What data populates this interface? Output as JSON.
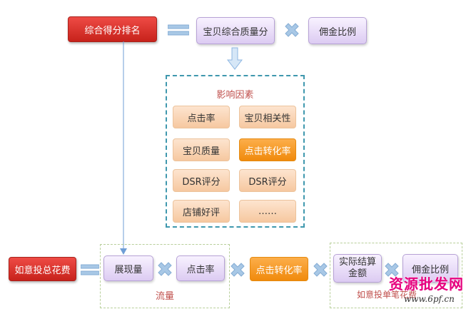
{
  "top": {
    "composite_rank": "综合得分排名",
    "quality_score": "宝贝综合质量分",
    "commission_rate": "佣金比例"
  },
  "factors": {
    "title": "影响因素",
    "items": [
      {
        "label": "点击率",
        "highlight": false
      },
      {
        "label": "宝贝相关性",
        "highlight": false
      },
      {
        "label": "宝贝质量",
        "highlight": false
      },
      {
        "label": "点击转化率",
        "highlight": true
      },
      {
        "label": "DSR评分",
        "highlight": false
      },
      {
        "label": "DSR评分",
        "highlight": false
      },
      {
        "label": "店铺好评",
        "highlight": false
      },
      {
        "label": "……",
        "highlight": false
      }
    ]
  },
  "bottom": {
    "total_cost": "如意投总花费",
    "impressions": "展现量",
    "ctr": "点击率",
    "traffic_label": "流量",
    "conversion": "点击转化率",
    "settlement": "实际结算金额",
    "commission": "佣金比例",
    "unit_cost_label": "如意投单笔花费"
  },
  "watermark": {
    "text": "资源批发网",
    "url": "www.6pf.cn"
  },
  "colors": {
    "red": "#d9302a",
    "orange": "#f39617",
    "teal": "#3f98ae",
    "operator": "#a8c8e6"
  }
}
